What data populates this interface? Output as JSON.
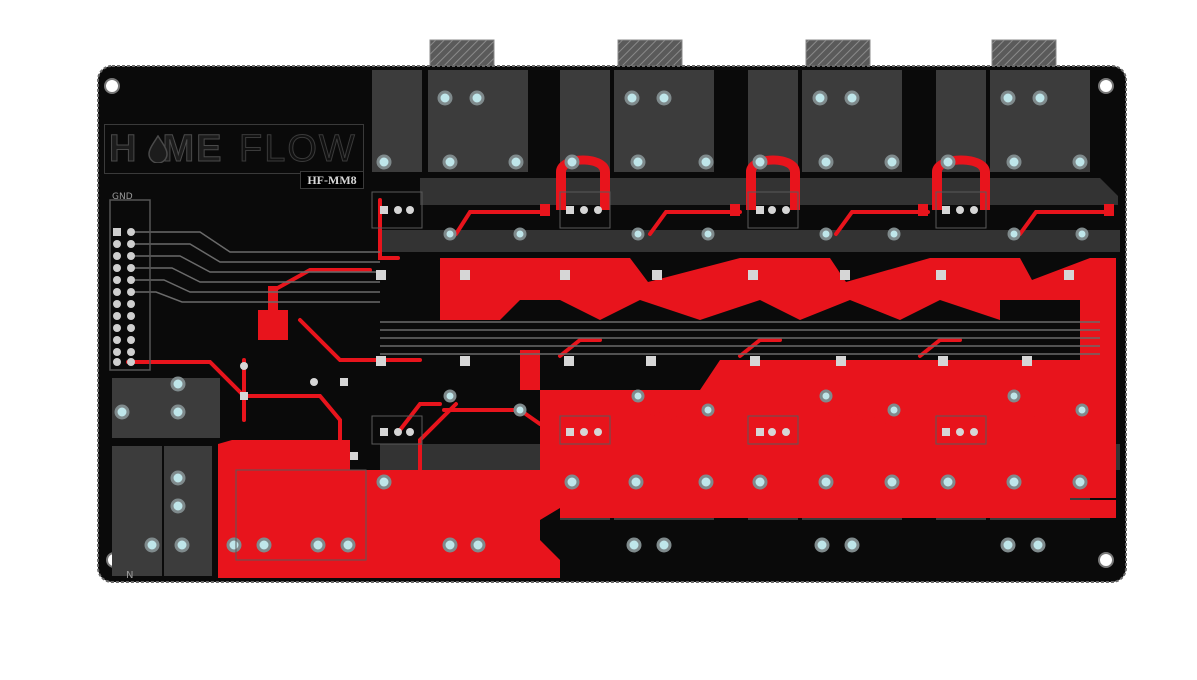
{
  "board": {
    "brand_prefix": "H",
    "brand_mid": "ME",
    "brand_suffix": "FLOW",
    "model": "HF-MM8",
    "gnd_label": "GND",
    "n_label": "N"
  },
  "colors": {
    "board": "#0a0a0a",
    "trace": "#e8141c",
    "pad": "#bfe6ea",
    "pad_ring": "#9aa0a3",
    "silk": "#5a5a5a",
    "pad_square": "#d6d6d6"
  },
  "icons": {
    "logo_drop": "water-drop-icon",
    "relay": "relay-outline-icon",
    "connector": "terminal-connector-icon"
  }
}
